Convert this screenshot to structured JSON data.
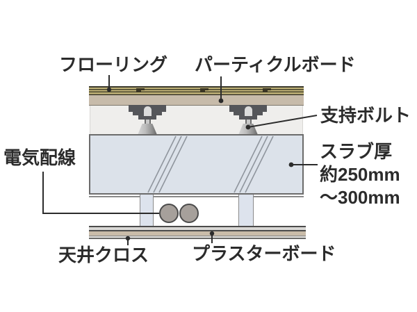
{
  "diagram": {
    "description": "Cross-section of double-floor and ceiling construction over concrete slab",
    "labels": {
      "flooring": "フローリング",
      "particle_board": "パーティクルボード",
      "support_bolt": "支持ボルト",
      "slab_thickness_title": "スラブ厚",
      "slab_thickness_value1": "約250mm",
      "slab_thickness_value2": "〜300mm",
      "electrical_wiring": "電気配線",
      "ceiling_cloth": "天井クロス",
      "plasterboard": "プラスターボード"
    },
    "colors": {
      "text": "#2b2b2b",
      "leader_line": "#2b2b2b",
      "flooring_tan": "#c2b478",
      "flooring_dark_line": "#45422b",
      "particle_board": "#c7bbaa",
      "cavity": "#efeeec",
      "bolt_bracket": "#55565a",
      "bolt_foot_gradient": [
        "#d6d6d6",
        "#686868"
      ],
      "slab_fill": "#dce2ea",
      "slab_border": "#6b6b6b",
      "slab_hatch": "#8f959d",
      "hanger_fill": "#dde3ed",
      "wire_circle": "#a6a09b",
      "ceiling_plasterboard_tan": "#c9bca9",
      "ceiling_dark_line": "#4b4b4b"
    }
  }
}
